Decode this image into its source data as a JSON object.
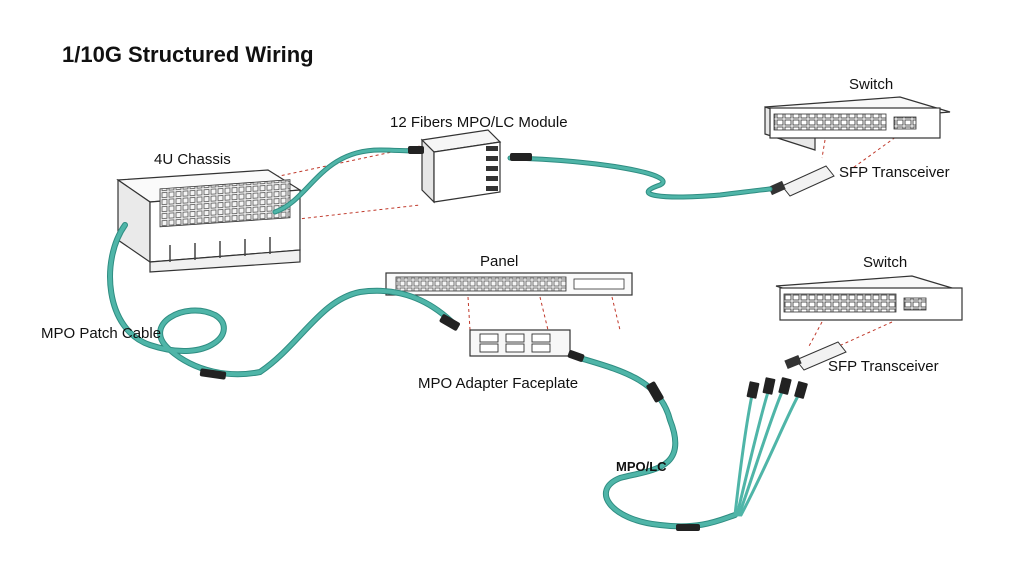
{
  "title": "1/10G Structured Wiring",
  "labels": {
    "chassis": "4U Chassis",
    "module": "12 Fibers MPO/LC Module",
    "switch_top": "Switch",
    "sfp_top": "SFP Transceiver",
    "panel": "Panel",
    "switch_bottom": "Switch",
    "sfp_bottom": "SFP Transceiver",
    "mpo_patch_cable": "MPO Patch Cable",
    "mpo_adapter_faceplate": "MPO Adapter Faceplate",
    "mpo_lc": "MPO/LC"
  },
  "colors": {
    "cable": "#4fb5a8",
    "cable_dark": "#2f8d82",
    "hardware_outline": "#333333",
    "guide_line": "#c0392b",
    "connector": "#222222"
  }
}
